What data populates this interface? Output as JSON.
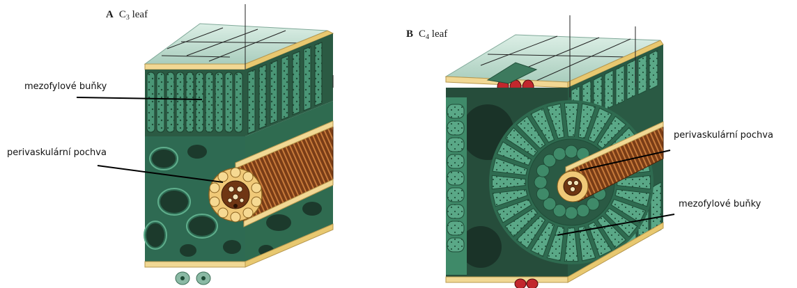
{
  "panels": {
    "a": {
      "letter": "A",
      "label_prefix": "C",
      "label_sub": "3",
      "label_suffix": " leaf"
    },
    "b": {
      "letter": "B",
      "label_prefix": "C",
      "label_sub": "4",
      "label_suffix": " leaf"
    }
  },
  "callouts": {
    "a_mesophyll": "mezofylové buňky",
    "a_sheath": "perivaskulární pochva",
    "b_sheath": "perivaskulární pochva",
    "b_mesophyll": "mezofylové buňky"
  },
  "colors": {
    "epidermis_top": "#c9e2d6",
    "mesophyll": "#4f9c7c",
    "mesophyll_dark": "#2e6b52",
    "spongy_bg": "#2f5a44",
    "bundle_sheath": "#f0c978",
    "vascular": "#8a4a22",
    "cuticle": "#f1d894"
  }
}
